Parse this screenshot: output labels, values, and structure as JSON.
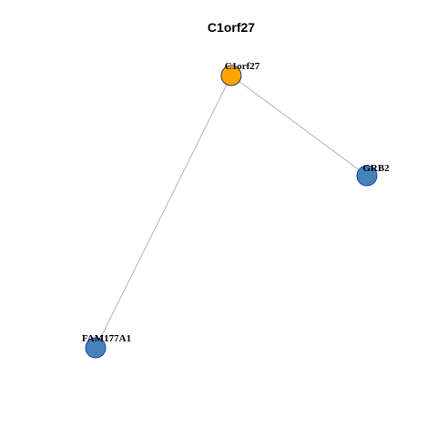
{
  "title": "C1orf27",
  "colors": {
    "center_node": "#ffa500",
    "center_stroke": "#333366",
    "neighbor_node": "#4682b4",
    "neighbor_stroke": "#1a3ccc",
    "edge": "#b3b3b3"
  },
  "nodes": [
    {
      "id": "C1orf27",
      "label": "C1orf27",
      "role": "center"
    },
    {
      "id": "GRB2",
      "label": "GRB2",
      "role": "neighbor"
    },
    {
      "id": "FAM177A1",
      "label": "FAM177A1",
      "role": "neighbor"
    }
  ],
  "edges": [
    {
      "source": "C1orf27",
      "target": "GRB2"
    },
    {
      "source": "C1orf27",
      "target": "FAM177A1"
    }
  ]
}
